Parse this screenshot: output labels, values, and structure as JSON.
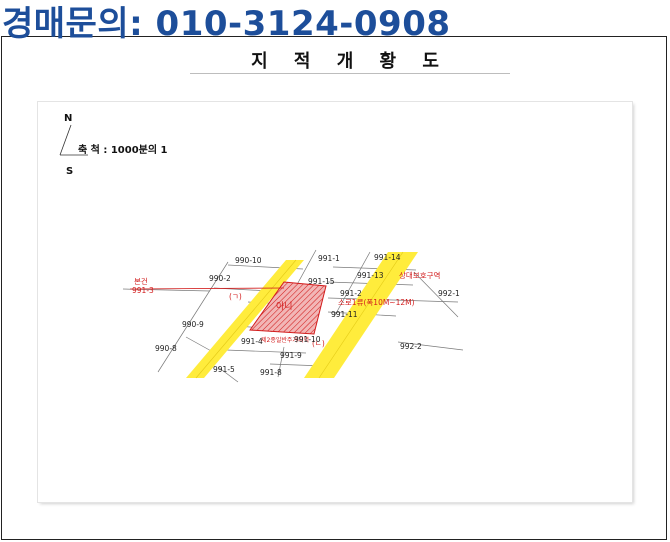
{
  "header": {
    "phone_text": "경매문의: 010-3124-0908",
    "color": "#1d4e9a"
  },
  "document": {
    "title": "지 적 개 황 도"
  },
  "map": {
    "compass_north": "N",
    "compass_south": "S",
    "scale_text": "축 척 : 1000분의 1",
    "road_color": "#ffec3c",
    "subject_color": "#d21c1c",
    "parcels": {
      "p990_10": "990-10",
      "p991_1": "991-1",
      "p991_14": "991-14",
      "p990_2": "990-2",
      "p991_13": "991-13",
      "p991_15": "991-15",
      "p991_2": "991-2",
      "p992_1": "992-1",
      "p990_9": "990-9",
      "p991_11": "991-11",
      "p991_4": "991-4",
      "p991_10": "991-10",
      "p990_8": "990-8",
      "p992_2": "992-2",
      "p991_9": "991-9",
      "p991_5": "991-5",
      "p991_8": "991-8"
    },
    "annotations": {
      "subject_label": "본건",
      "subject_parcel": "991-3",
      "zone_label": "상대보호구역",
      "road_label": "소로1류(폭10M~12M)",
      "road_mark_left": "(ㄱ)",
      "road_mark_bottom": "(ㄴ)",
      "center_mark": "아니",
      "bottom_note": "제2종일반주거지역"
    }
  }
}
